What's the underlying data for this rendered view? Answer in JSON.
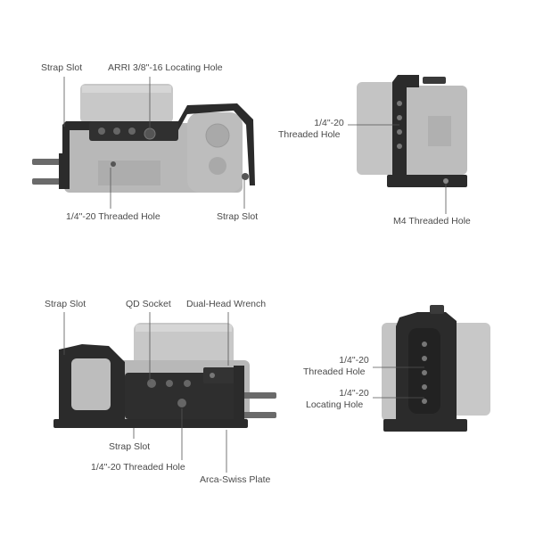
{
  "labels": {
    "tl_strap_slot_top": "Strap Slot",
    "tl_arri": "ARRI 3/8\"-16 Locating Hole",
    "tl_threaded_hole": "1/4\"-20 Threaded Hole",
    "tl_strap_slot_right": "Strap Slot",
    "tr_threaded_line1": "1/4\"-20",
    "tr_threaded_line2": "Threaded Hole",
    "tr_m4": "M4 Threaded Hole",
    "bl_strap_slot_top": "Strap Slot",
    "bl_qd_socket": "QD Socket",
    "bl_wrench": "Dual-Head Wrench",
    "bl_strap_slot_bottom": "Strap Slot",
    "bl_threaded_hole": "1/4\"-20 Threaded Hole",
    "bl_arca": "Arca-Swiss Plate",
    "br_threaded_line1": "1/4\"-20",
    "br_threaded_line2": "Threaded Hole",
    "br_locating_line1": "1/4\"-20",
    "br_locating_line2": "Locating Hole"
  },
  "colors": {
    "camera_body": "#b8b8b8",
    "camera_light": "#d0d0d0",
    "cage_metal": "#2b2b2b",
    "leader_line": "#555555",
    "label_text": "#4a4a4a"
  }
}
